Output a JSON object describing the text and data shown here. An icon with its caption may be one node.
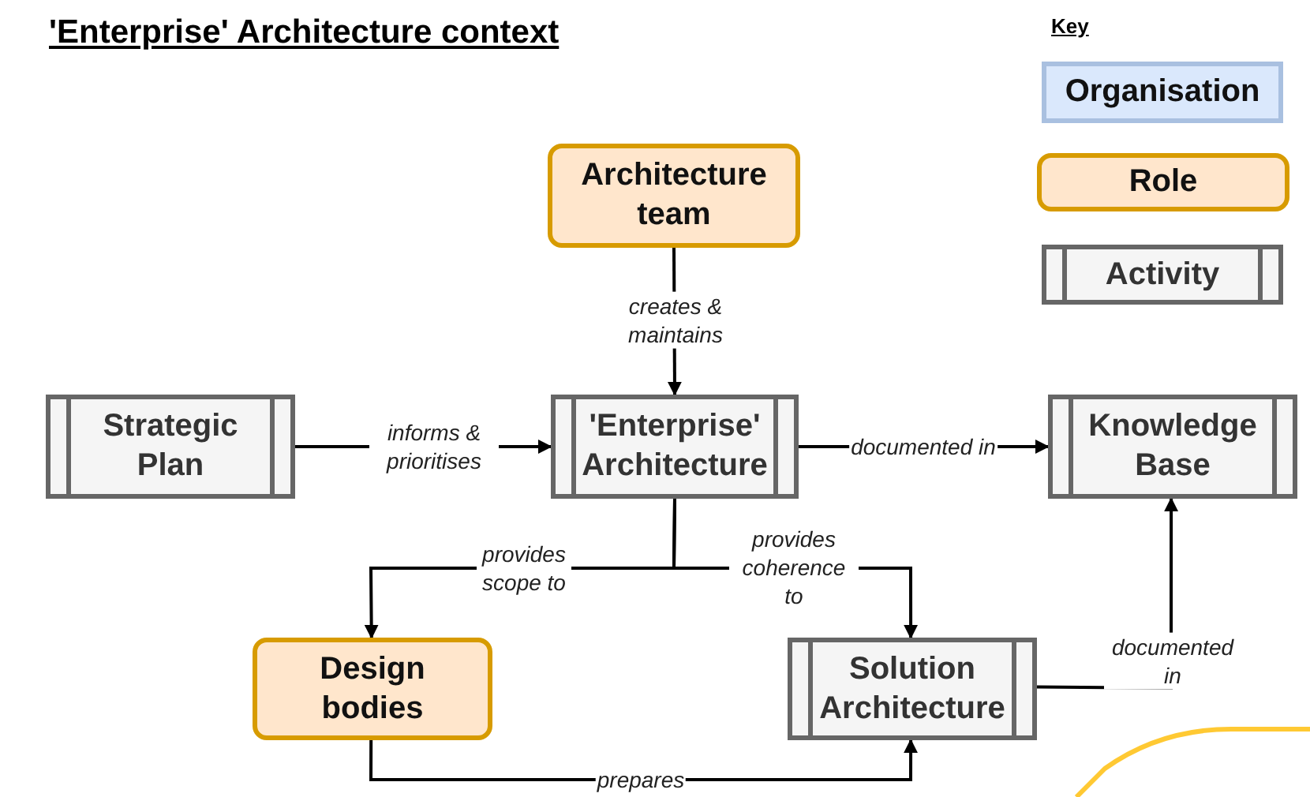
{
  "diagram": {
    "title": "'Enterprise' Architecture context",
    "nodes": [
      {
        "text": [
          "Architecture team"
        ]
      },
      {
        "text": [
          "Strategic Plan"
        ]
      },
      {
        "text": [
          "'Enterprise' Architecture"
        ]
      },
      {
        "text": [
          "Knowledge Base"
        ]
      },
      {
        "text": [
          "Design bodies"
        ]
      },
      {
        "text": [
          "Solution Architecture"
        ]
      }
    ],
    "edges": [
      {
        "from": 0,
        "to": 2,
        "arrow": "to",
        "label": "creates & maintains"
      },
      {
        "from": 1,
        "to": 2,
        "arrow": "to",
        "label": "informs & prioritises"
      },
      {
        "from": 2,
        "to": 3,
        "arrow": "to",
        "label": "documented in"
      },
      {
        "from": 2,
        "to": 4,
        "arrow": "to",
        "label": "provides scope to"
      },
      {
        "from": 2,
        "to": 5,
        "arrow": "to",
        "label": "provides coherence to"
      },
      {
        "from": 5,
        "to": 3,
        "arrow": "to",
        "label": "documented in"
      },
      {
        "from": 4,
        "to": 5,
        "arrow": "to",
        "label": "prepares"
      }
    ],
    "labels": [
      "Key"
    ],
    "legend": [
      {
        "text": "Organisation"
      },
      {
        "text": "Role"
      },
      {
        "text": "Activity"
      }
    ]
  }
}
